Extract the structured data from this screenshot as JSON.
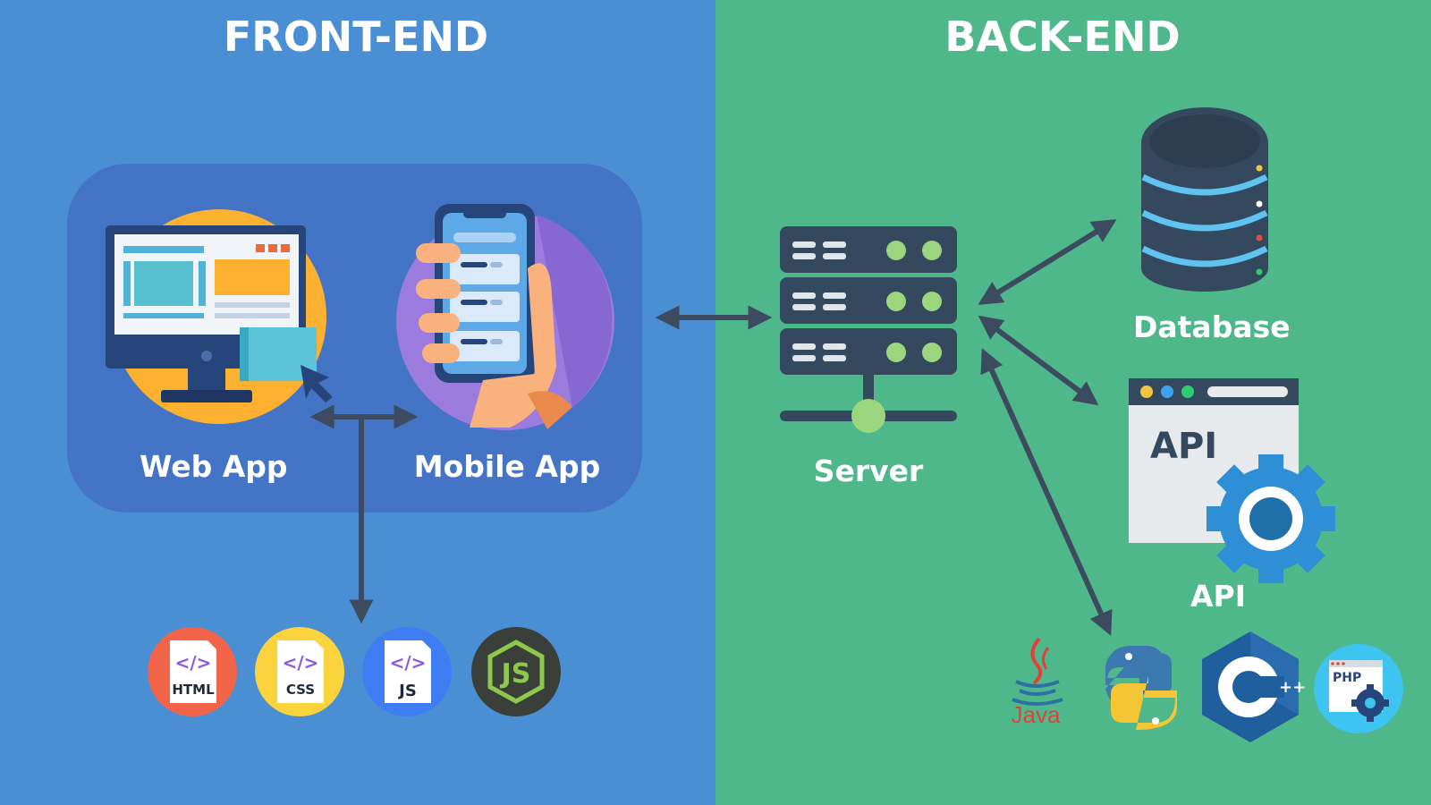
{
  "front_end": {
    "title": "FRONT-END",
    "web_app_label": "Web App",
    "mobile_app_label": "Mobile App",
    "technologies": [
      "HTML",
      "CSS",
      "JS"
    ]
  },
  "back_end": {
    "title": "BACK-END",
    "server_label": "Server",
    "database_label": "Database",
    "api_label": "API",
    "api_window_text": "API",
    "languages": [
      "Java",
      "PHP"
    ]
  },
  "colors": {
    "front_bg": "#4a8fd4",
    "back_bg": "#4fb88a",
    "arrow": "#3d4b60"
  },
  "icons": [
    "monitor-icon",
    "phone-icon",
    "server-icon",
    "database-icon",
    "api-gear-icon",
    "html-icon",
    "css-icon",
    "js-icon",
    "nodejs-icon",
    "java-icon",
    "python-icon",
    "cplusplus-icon",
    "php-icon"
  ]
}
